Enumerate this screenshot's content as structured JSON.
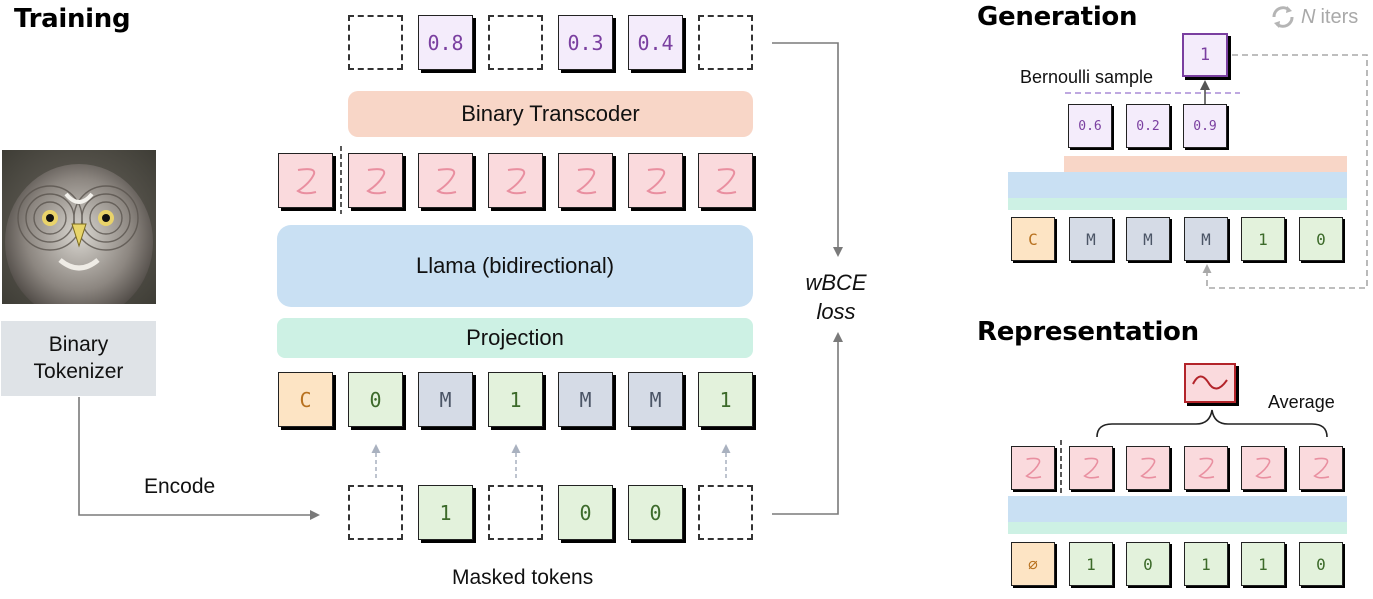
{
  "training": {
    "title": "Training",
    "tokenizer_label": "Binary Tokenizer",
    "encode_label": "Encode",
    "masked_label": "Masked tokens",
    "transcoder_label": "Binary Transcoder",
    "llama_label": "Llama (bidirectional)",
    "projection_label": "Projection",
    "loss_label_1": "wBCE",
    "loss_label_2": "loss",
    "output_probs": [
      "",
      "0.8",
      "",
      "0.3",
      "0.4",
      ""
    ],
    "input_tokens": [
      "C",
      "0",
      "M",
      "1",
      "M",
      "M",
      "1"
    ],
    "masked_tokens": [
      "",
      "1",
      "",
      "0",
      "0",
      ""
    ]
  },
  "generation": {
    "title": "Generation",
    "iters_n": "N",
    "iters_label": "iters",
    "sample_label": "Bernoulli sample",
    "sampled_value": "1",
    "probs": [
      "0.6",
      "0.2",
      "0.9"
    ],
    "tokens": [
      "C",
      "M",
      "M",
      "M",
      "1",
      "0"
    ]
  },
  "representation": {
    "title": "Representation",
    "average_label": "Average",
    "tokens": [
      "∅",
      "1",
      "0",
      "1",
      "1",
      "0"
    ]
  },
  "colors": {
    "purple": "#f4ecfb",
    "green": "#e3f2dc",
    "gray": "#d5dbe6",
    "orange": "#fde4c4",
    "pink": "#fadadd",
    "transcoder": "#f8d6c7",
    "llama": "#c9e0f3",
    "projection": "#cdf1e4",
    "generated_border": "#7a3fa0",
    "average_border": "#b3242a"
  }
}
